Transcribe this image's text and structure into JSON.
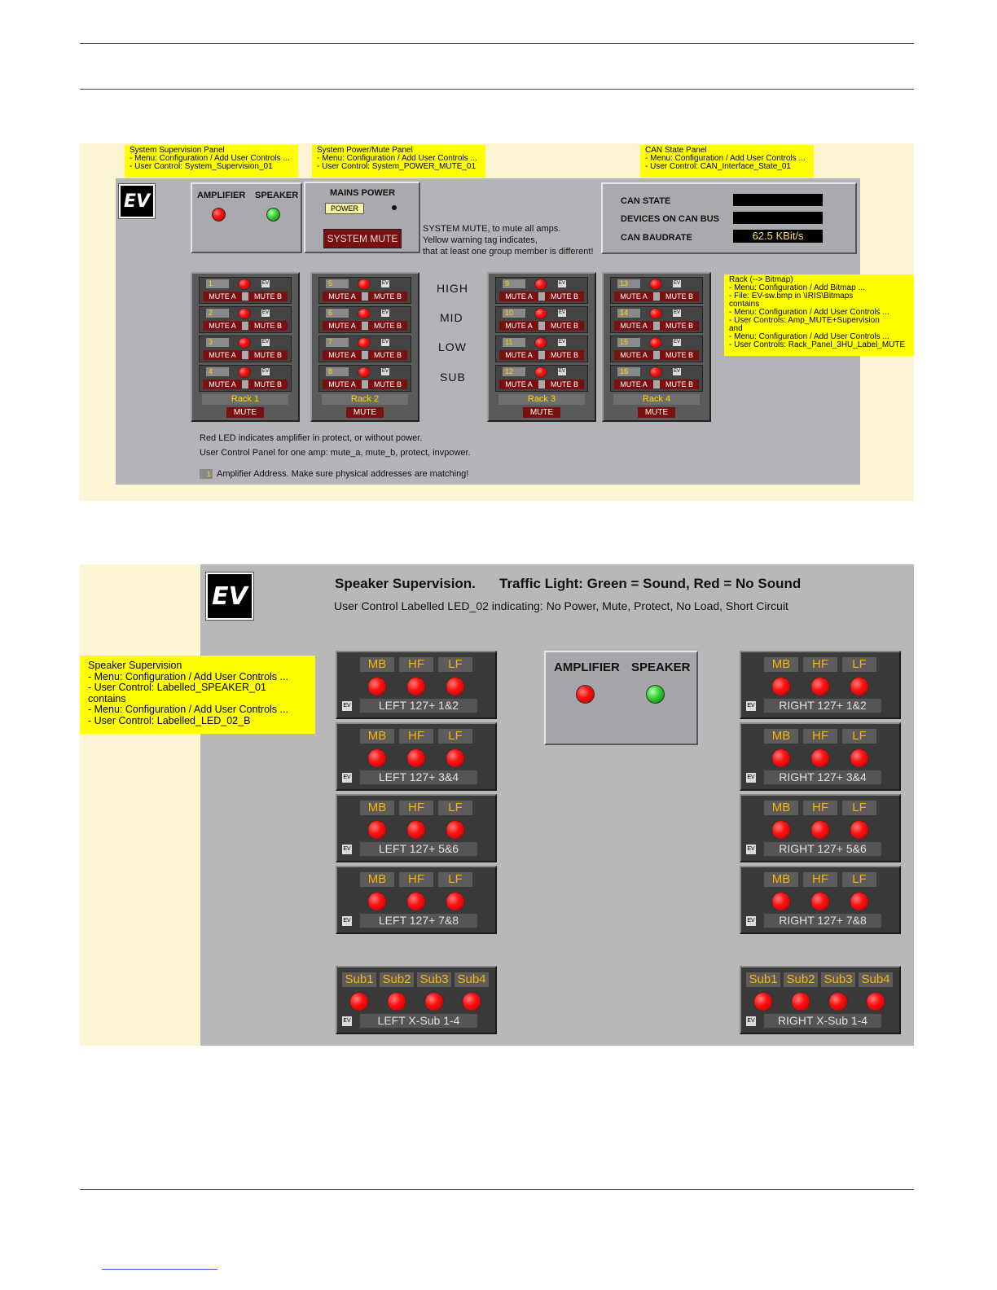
{
  "figure1": {
    "notes": {
      "supervision": [
        "System Supervision Panel",
        "- Menu: Configuration / Add User Controls ...",
        "- User Control: System_Supervision_01"
      ],
      "power_mute": [
        "System Power/Mute Panel",
        "- Menu: Configuration / Add User Controls ...",
        "- User Control: System_POWER_MUTE_01"
      ],
      "can_state": [
        "CAN State Panel",
        "- Menu: Configuration / Add User Controls ...",
        "- User Control: CAN_Interface_State_01"
      ],
      "rack": [
        "Rack (--> Bitmap)",
        "- Menu: Configuration / Add Bitmap ...",
        "- File: EV-sw.bmp in \\IRIS\\Bitmaps",
        "contains",
        "- Menu: Configuration / Add User Controls ...",
        "- User Controls: Amp_MUTE+Supervision",
        "and",
        "- Menu: Configuration / Add User Controls ...",
        "- User Controls: Rack_Panel_3HU_Label_MUTE"
      ]
    },
    "logo": "EV",
    "supervision_panel": {
      "amplifier": "AMPLIFIER",
      "speaker": "SPEAKER"
    },
    "power_panel": {
      "title": "MAINS POWER",
      "power_button": "POWER",
      "system_mute_button": "SYSTEM MUTE"
    },
    "system_mute_desc": [
      "SYSTEM MUTE, to mute all amps.",
      "Yellow warning tag indicates,",
      "that at least one group member is different!"
    ],
    "can_panel": {
      "can_state": "CAN STATE",
      "devices": "DEVICES ON CAN BUS",
      "baudrate_label": "CAN BAUDRATE",
      "baudrate_value": "62.5 KBit/s"
    },
    "row_labels": [
      "HIGH",
      "MID",
      "LOW",
      "SUB"
    ],
    "mute_a": "MUTE A",
    "mute_b": "MUTE B",
    "rack_mute": "MUTE",
    "racks": [
      {
        "name": "Rack 1",
        "amps": [
          "1",
          "2",
          "3",
          "4"
        ]
      },
      {
        "name": "Rack 2",
        "amps": [
          "5",
          "6",
          "7",
          "8"
        ]
      },
      {
        "name": "Rack 3",
        "amps": [
          "9",
          "10",
          "11",
          "12"
        ]
      },
      {
        "name": "Rack 4",
        "amps": [
          "13",
          "14",
          "15",
          "16"
        ]
      }
    ],
    "footnotes": {
      "red_led": "Red LED indicates amplifier in protect, or without power.",
      "user_control": "User Control Panel for one amp: mute_a, mute_b, protect, invpower.",
      "address_sample": "1",
      "address": "Amplifier Address. Make sure physical addresses are matching!"
    }
  },
  "figure2": {
    "title_left": "Speaker Supervision.",
    "title_right": "Traffic Light: Green = Sound, Red = No Sound",
    "subtitle": "User Control Labelled LED_02 indicating: No Power, Mute, Protect, No Load, Short Circuit",
    "logo": "EV",
    "note": [
      "Speaker Supervision",
      "- Menu: Configuration / Add User Controls ...",
      "- User Control: Labelled_SPEAKER_01",
      "contains",
      "- Menu: Configuration / Add User Controls ...",
      "- User Control: Labelled_LED_02_B"
    ],
    "amp_panel": {
      "amplifier": "AMPLIFIER",
      "speaker": "SPEAKER"
    },
    "band_tags": [
      "MB",
      "HF",
      "LF"
    ],
    "sub_tags": [
      "Sub1",
      "Sub2",
      "Sub3",
      "Sub4"
    ],
    "icon_text": "EV",
    "left_panels": [
      "LEFT 127+  1&2",
      "LEFT 127+  3&4",
      "LEFT 127+  5&6",
      "LEFT 127+  7&8"
    ],
    "right_panels": [
      "RIGHT 127+  1&2",
      "RIGHT 127+  3&4",
      "RIGHT 127+  5&6",
      "RIGHT 127+  7&8"
    ],
    "left_sub": "LEFT X-Sub 1-4",
    "right_sub": "RIGHT X-Sub 1-4"
  }
}
